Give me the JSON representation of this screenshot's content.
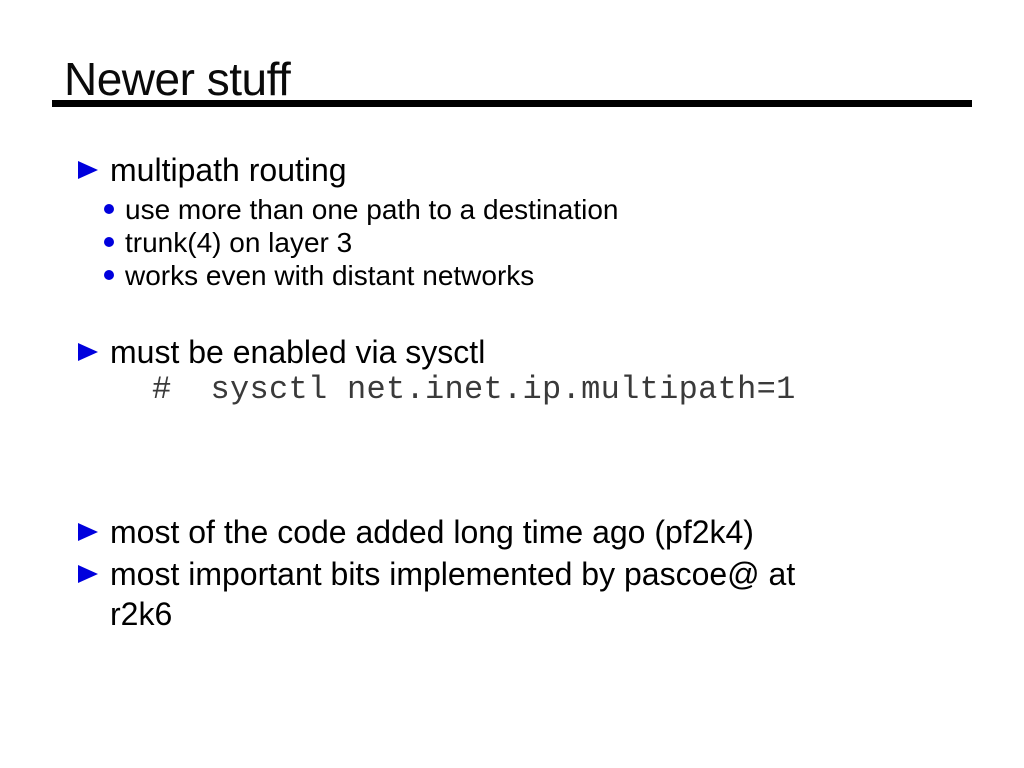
{
  "slide": {
    "title": "Newer stuff"
  },
  "colors": {
    "bullet_blue": "#0000dd",
    "rule_black": "#000000",
    "code_gray": "#3a3a3a"
  },
  "bullets": {
    "b1": {
      "label": "multipath routing",
      "subitems": [
        "use more than one path to a destination",
        "trunk(4) on layer 3",
        "works even with distant networks"
      ]
    },
    "b2": {
      "label": "must be enabled via sysctl",
      "code": "#  sysctl net.inet.ip.multipath=1"
    },
    "b3": {
      "label": "most of the code added long time ago (pf2k4)"
    },
    "b4": {
      "line1": "most important bits implemented by pascoe@ at",
      "line2": "r2k6"
    }
  }
}
